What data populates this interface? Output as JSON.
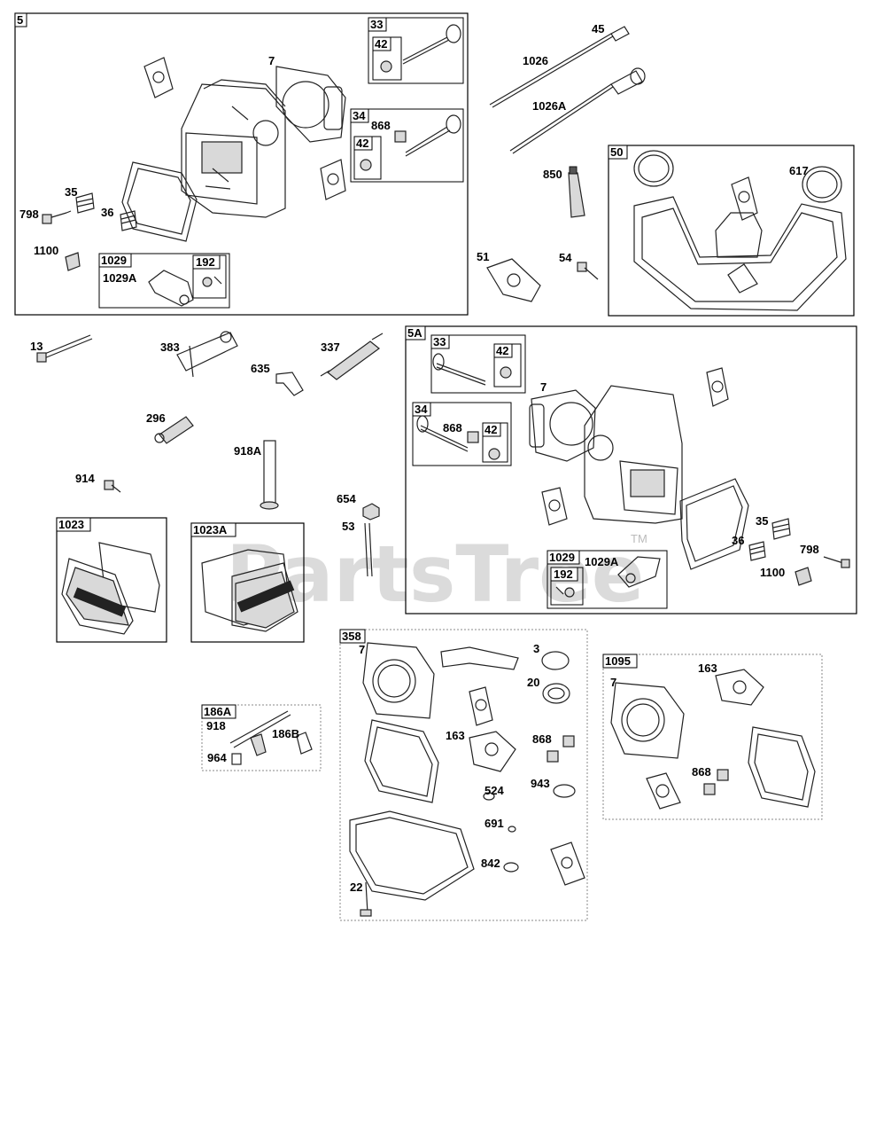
{
  "watermark": {
    "text": "PartsTree",
    "tm": "TM"
  },
  "assemblies": {
    "a5": "5",
    "a33": "33",
    "a42": "42",
    "a34": "34",
    "a1029": "1029",
    "a192": "192",
    "a50": "50",
    "a5A": "5A",
    "a33b": "33",
    "a42b": "42",
    "a34b": "34",
    "a42c": "42",
    "a1029b": "1029",
    "a192b": "192",
    "a1023": "1023",
    "a1023A": "1023A",
    "a358": "358",
    "a1095": "1095",
    "a186A": "186A"
  },
  "labels": {
    "p7": "7",
    "p868": "868",
    "p35": "35",
    "p36": "36",
    "p798": "798",
    "p1100": "1100",
    "p1029A": "1029A",
    "p45": "45",
    "p1026": "1026",
    "p1026A": "1026A",
    "p850": "850",
    "p617": "617",
    "p51": "51",
    "p54": "54",
    "p13": "13",
    "p383": "383",
    "p337": "337",
    "p635": "635",
    "p296": "296",
    "p918A": "918A",
    "p914": "914",
    "p654": "654",
    "p53": "53",
    "p7b": "7",
    "p868b": "868",
    "p1029Ab": "1029A",
    "p35b": "35",
    "p36b": "36",
    "p798b": "798",
    "p1100b": "1100",
    "p7c": "7",
    "p3": "3",
    "p20": "20",
    "p163": "163",
    "p868c": "868",
    "p524": "524",
    "p943": "943",
    "p691": "691",
    "p842": "842",
    "p22": "22",
    "p7d": "7",
    "p163b": "163",
    "p868d": "868",
    "p918": "918",
    "p186B": "186B",
    "p964": "964"
  }
}
